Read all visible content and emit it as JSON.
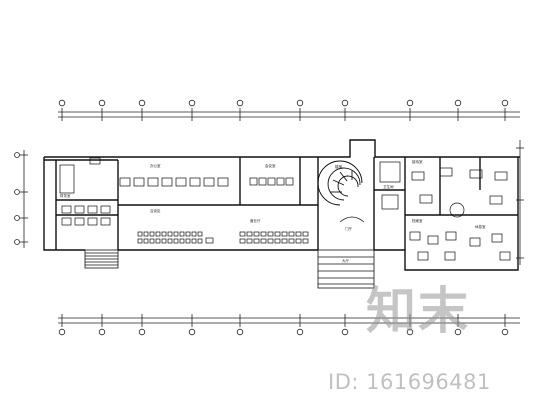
{
  "plan": {
    "room_labels": [
      "办公室",
      "会议室",
      "接待室",
      "大厅",
      "财务室",
      "门厅",
      "楼梯",
      "卫生间",
      "档案室",
      "营业厅",
      "休息室",
      "洽谈区"
    ]
  },
  "watermark": {
    "logo_text": "知末",
    "id_text": "ID: 161696481",
    "color": "#9a9a9a"
  },
  "colors": {
    "line": "#1a1a1a",
    "background": "#ffffff"
  }
}
